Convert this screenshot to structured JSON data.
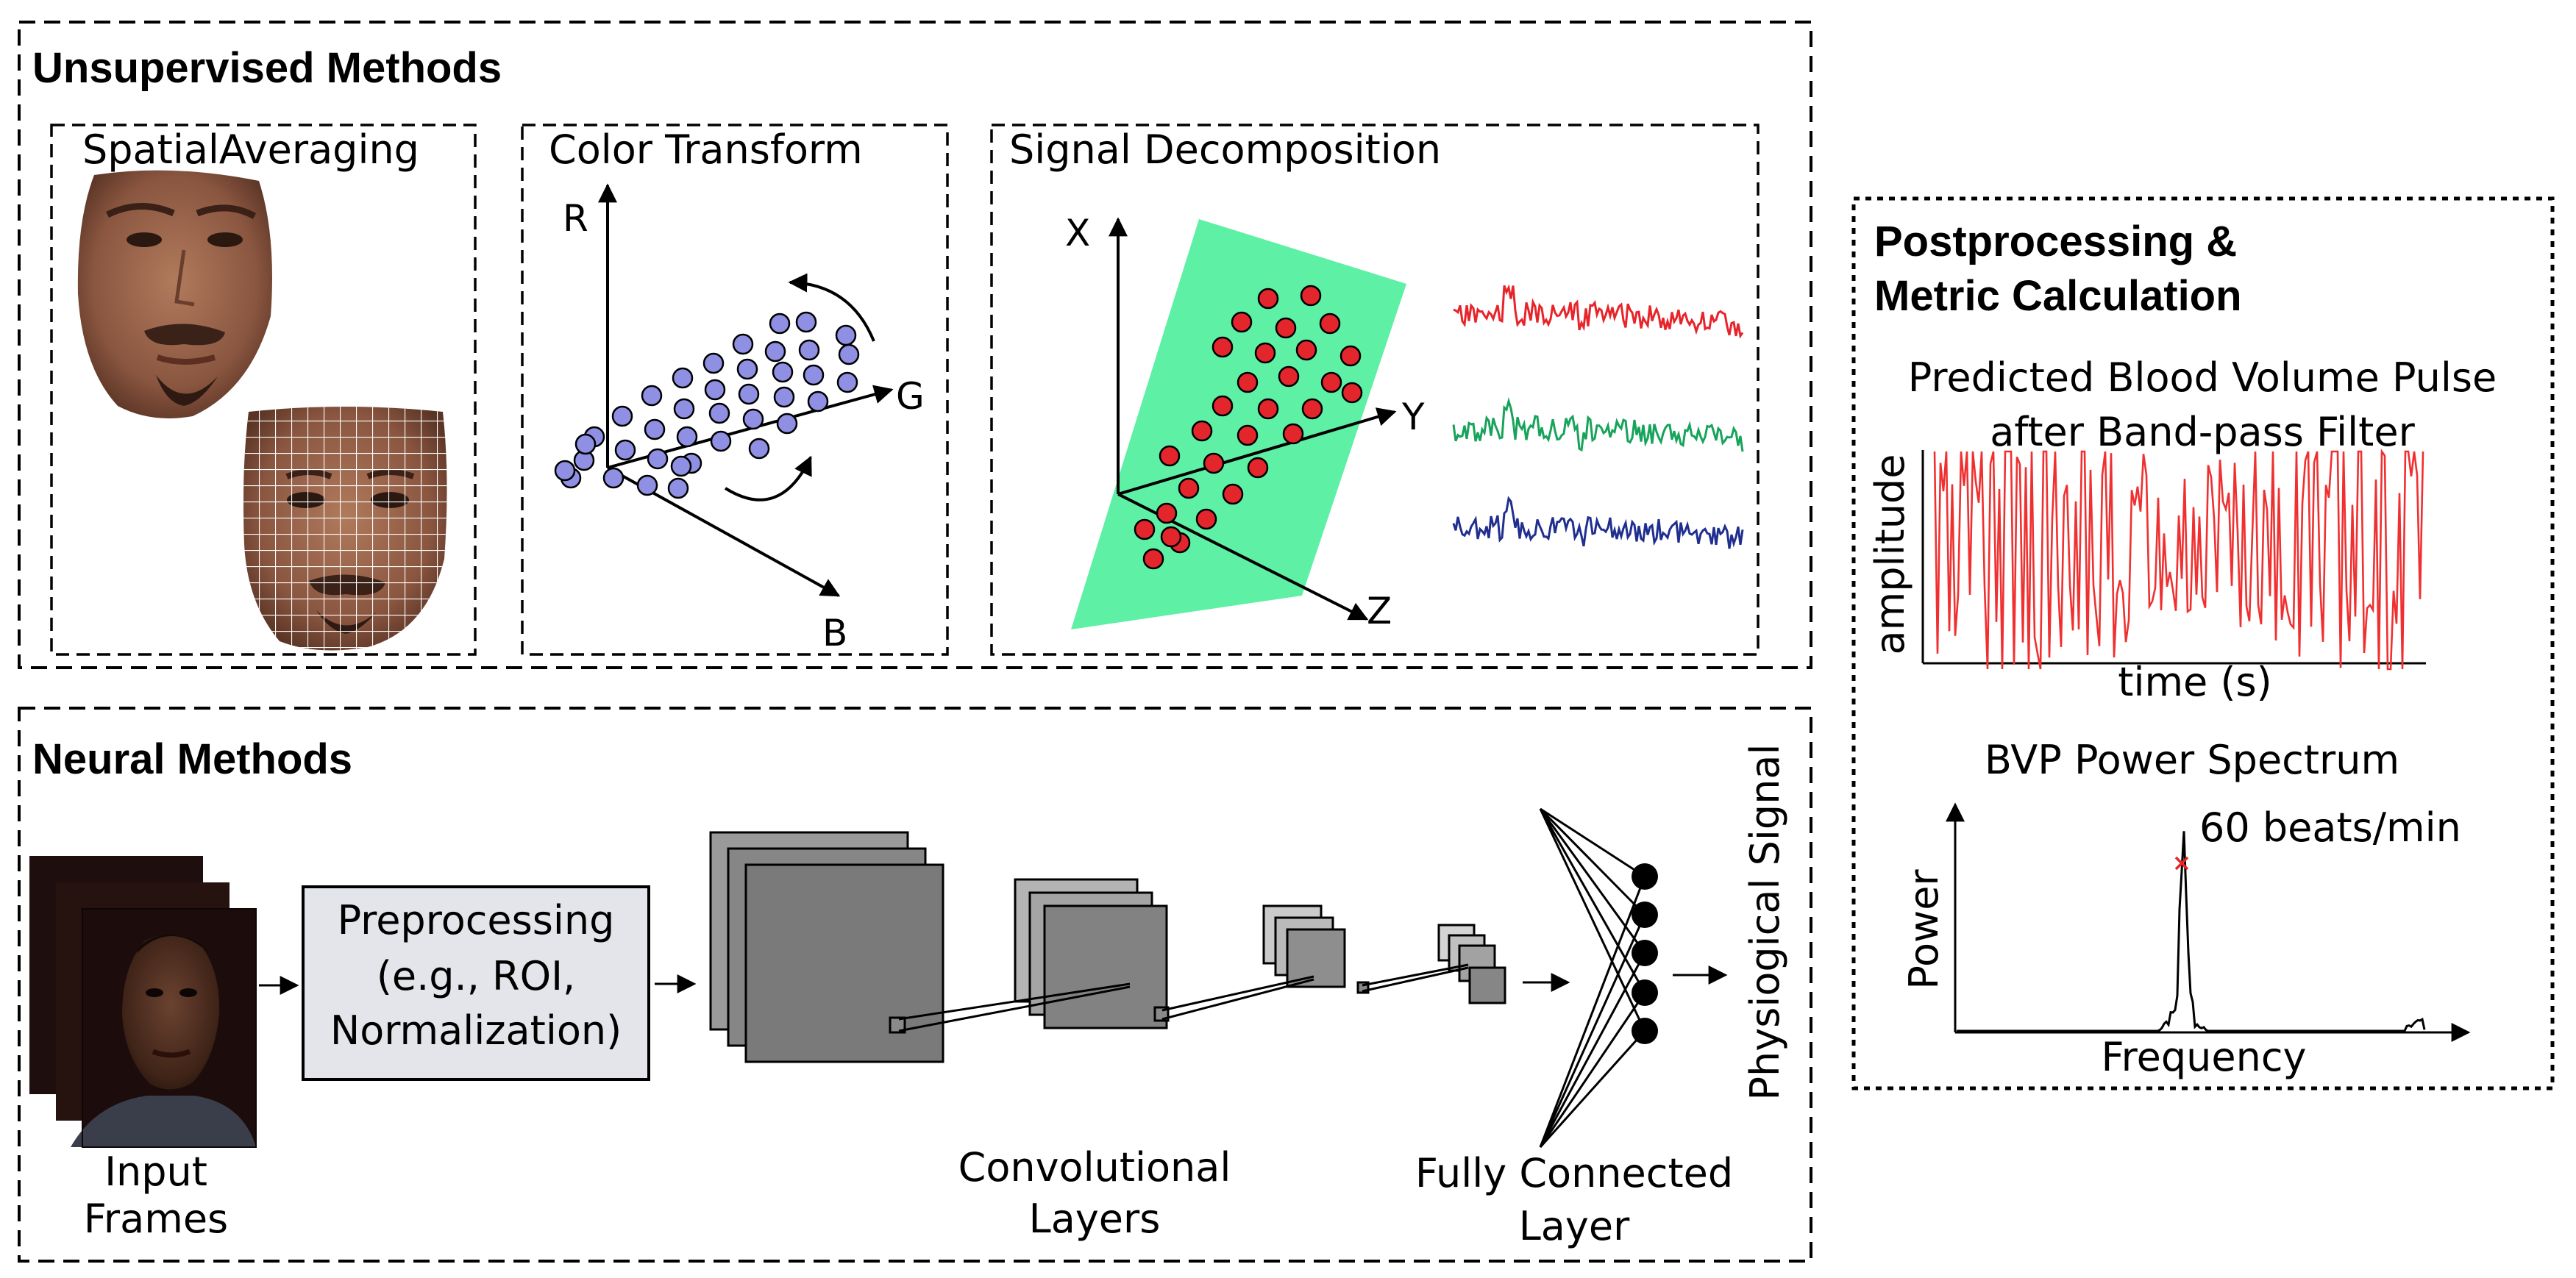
{
  "sections": {
    "unsupervised": {
      "title": "Unsupervised Methods"
    },
    "neural": {
      "title": "Neural Methods"
    },
    "post": {
      "title_line1": "Postprocessing &",
      "title_line2": "Metric Calculation"
    }
  },
  "unsupervised": {
    "spatial": {
      "title": "SpatialAveraging"
    },
    "color": {
      "title": "Color Transform",
      "axis_r": "R",
      "axis_g": "G",
      "axis_b": "B"
    },
    "decomp": {
      "title": "Signal Decomposition",
      "axis_x": "X",
      "axis_y": "Y",
      "axis_z": "Z"
    }
  },
  "neural": {
    "input_line1": "Input",
    "input_line2": "Frames",
    "pre_line1": "Preprocessing",
    "pre_line2": "(e.g., ROI,",
    "pre_line3": "Normalization)",
    "conv_line1": "Convolutional",
    "conv_line2": "Layers",
    "fc_line1": "Fully Connected",
    "fc_line2": "Layer",
    "output": "Physiogical Signal"
  },
  "post": {
    "bvp_line1": "Predicted Blood Volume Pulse",
    "bvp_line2": "after Band-pass Filter",
    "amp_label": "amplitude",
    "time_label": "time (s)",
    "spec_title": "BVP Power Spectrum",
    "peak_label": "60 beats/min",
    "power_label": "Power",
    "freq_label": "Frequency"
  },
  "colors": {
    "pca_points": "#8f90e3",
    "ica_points": "#e3262b",
    "plane": "#5ef0a4",
    "signal_red": "#e8242b",
    "signal_green": "#16a35a",
    "signal_blue": "#1f2e8f",
    "bvp": "#f03030",
    "preproc_fill": "#e3e5ea"
  }
}
